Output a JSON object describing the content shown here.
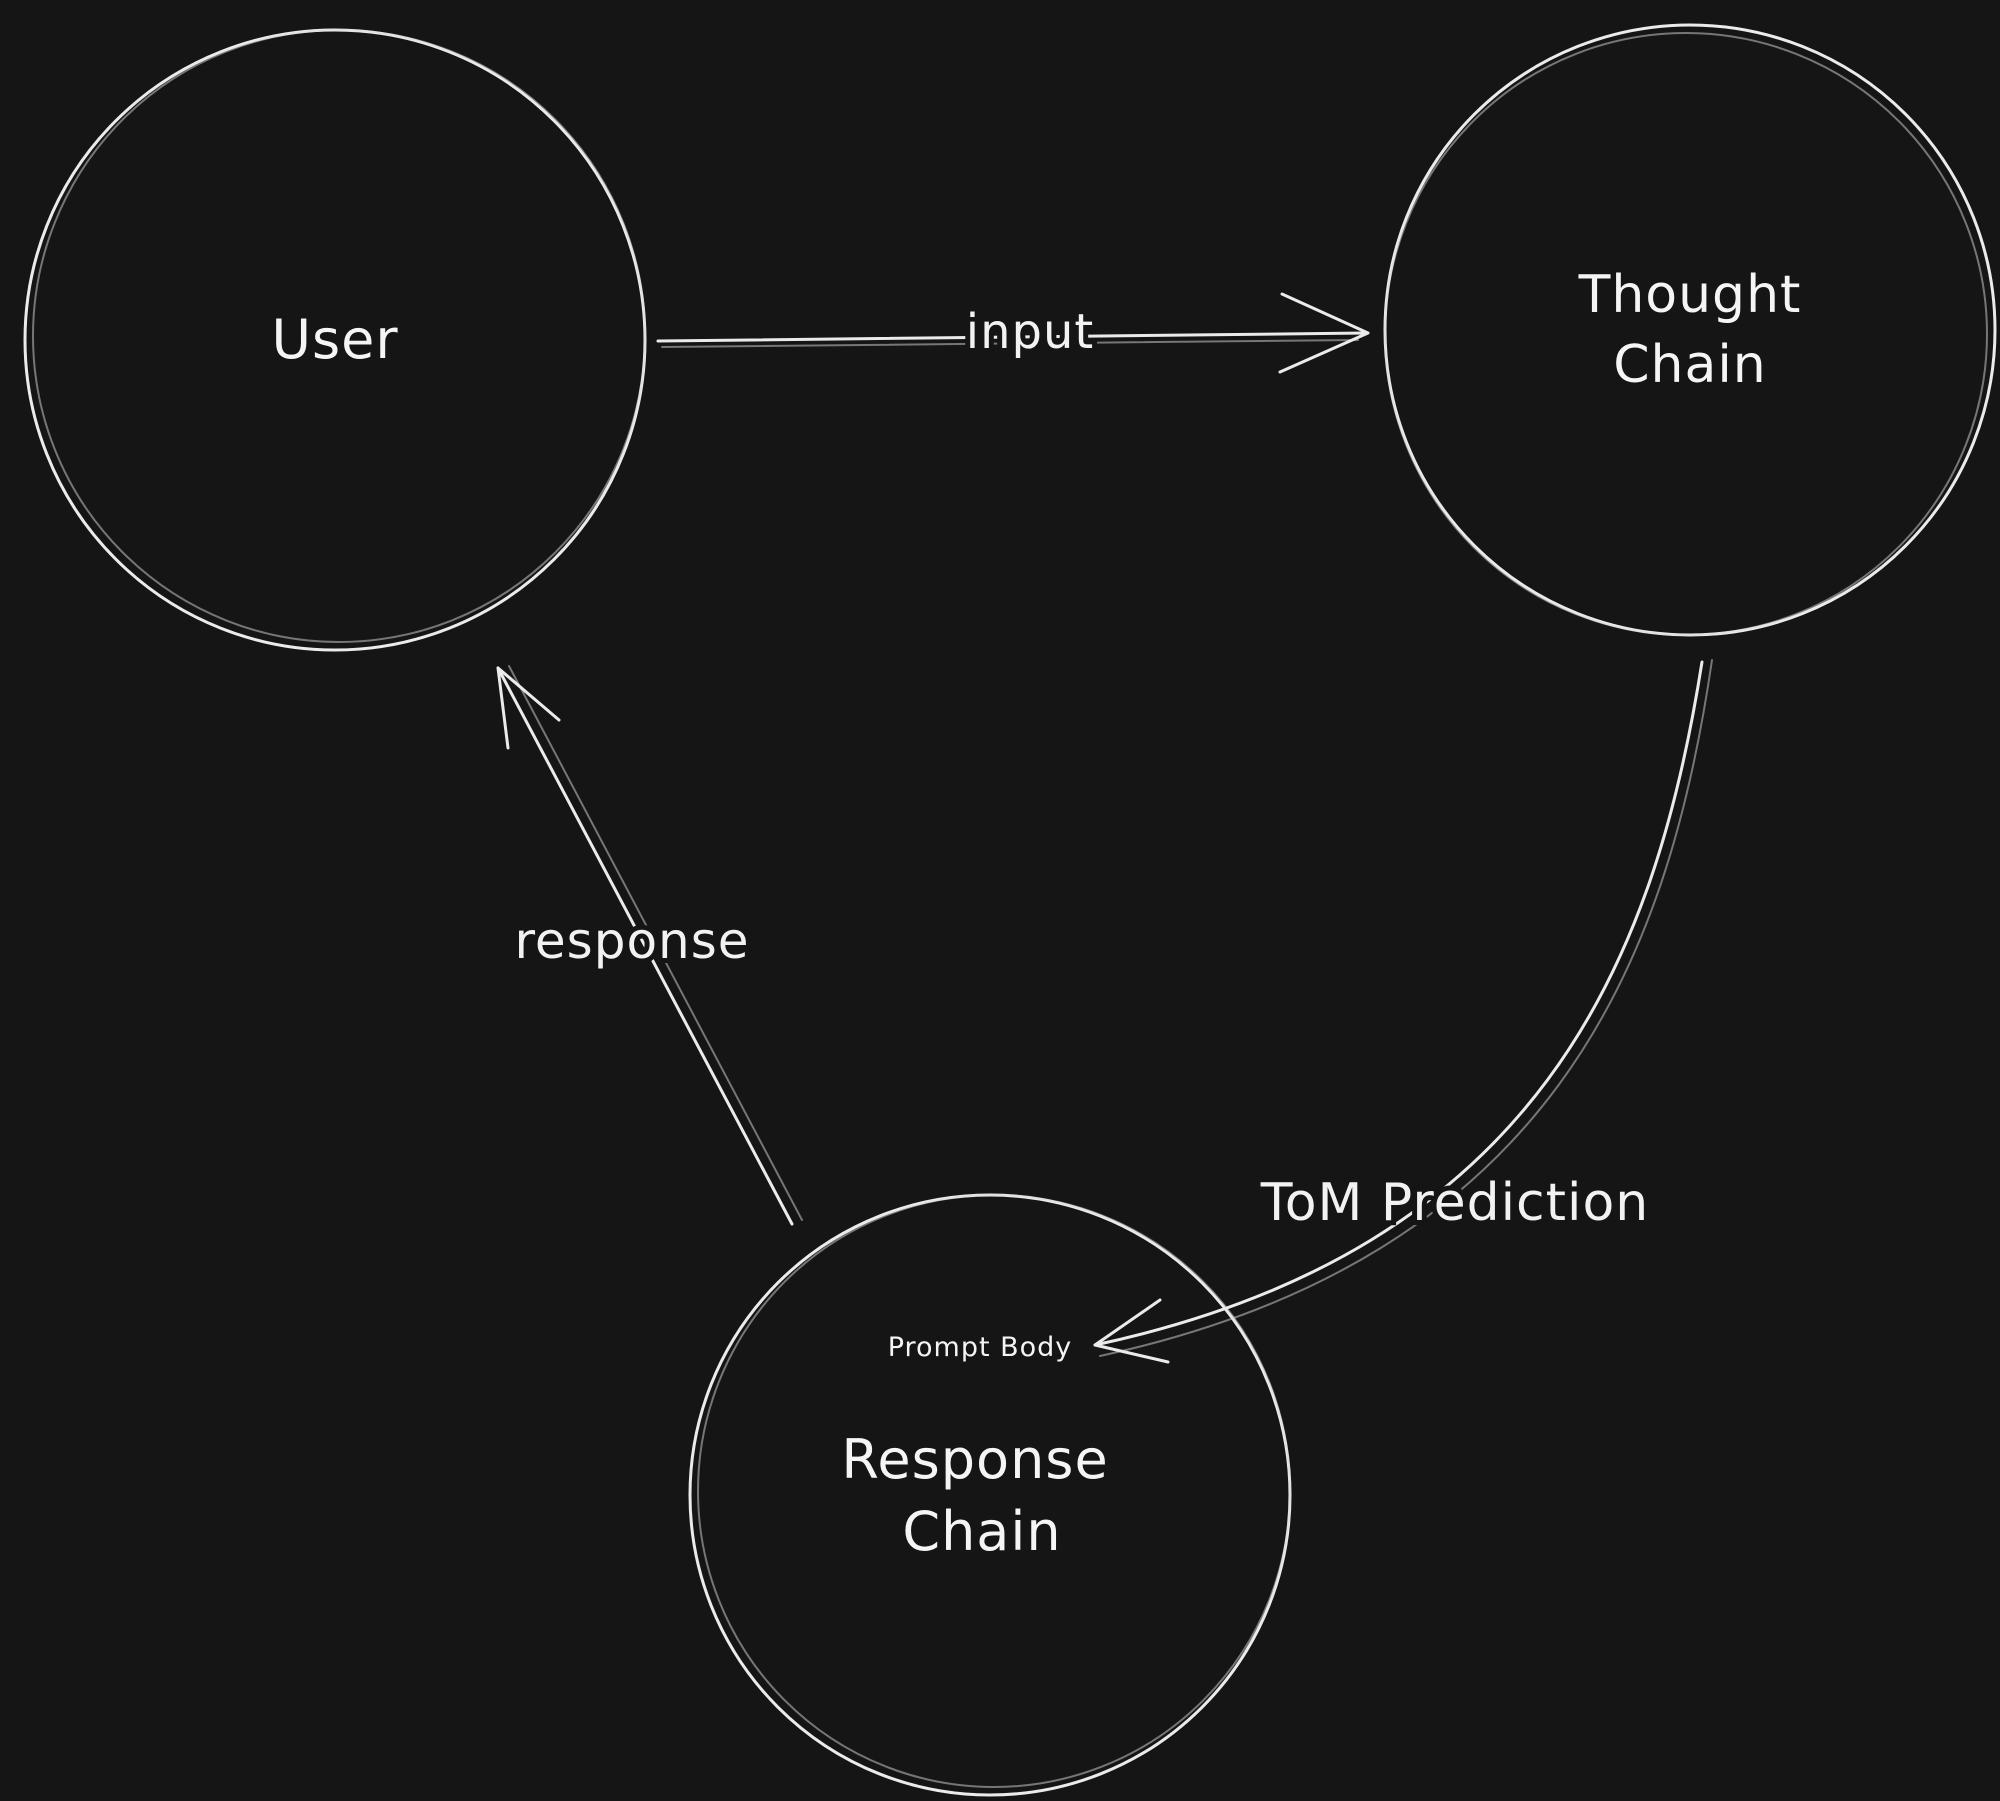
{
  "diagram": {
    "title": "User / Thought Chain / Response Chain loop",
    "colors": {
      "background": "#151515",
      "stroke": "#ebebeb",
      "text": "#f5f5f5"
    },
    "nodes": {
      "user": {
        "label": "User",
        "shape": "circle"
      },
      "thought_chain": {
        "lines": [
          "Thought",
          "Chain"
        ],
        "shape": "circle"
      },
      "response_chain": {
        "lines": [
          "Response",
          "Chain"
        ],
        "inner_note": "Prompt Body",
        "shape": "circle"
      }
    },
    "edges": {
      "input": {
        "label": "input",
        "from": "user",
        "to": "thought_chain"
      },
      "tom_prediction": {
        "label": "ToM Prediction",
        "from": "thought_chain",
        "to": "response_chain"
      },
      "response": {
        "label": "response",
        "from": "response_chain",
        "to": "user"
      }
    }
  }
}
